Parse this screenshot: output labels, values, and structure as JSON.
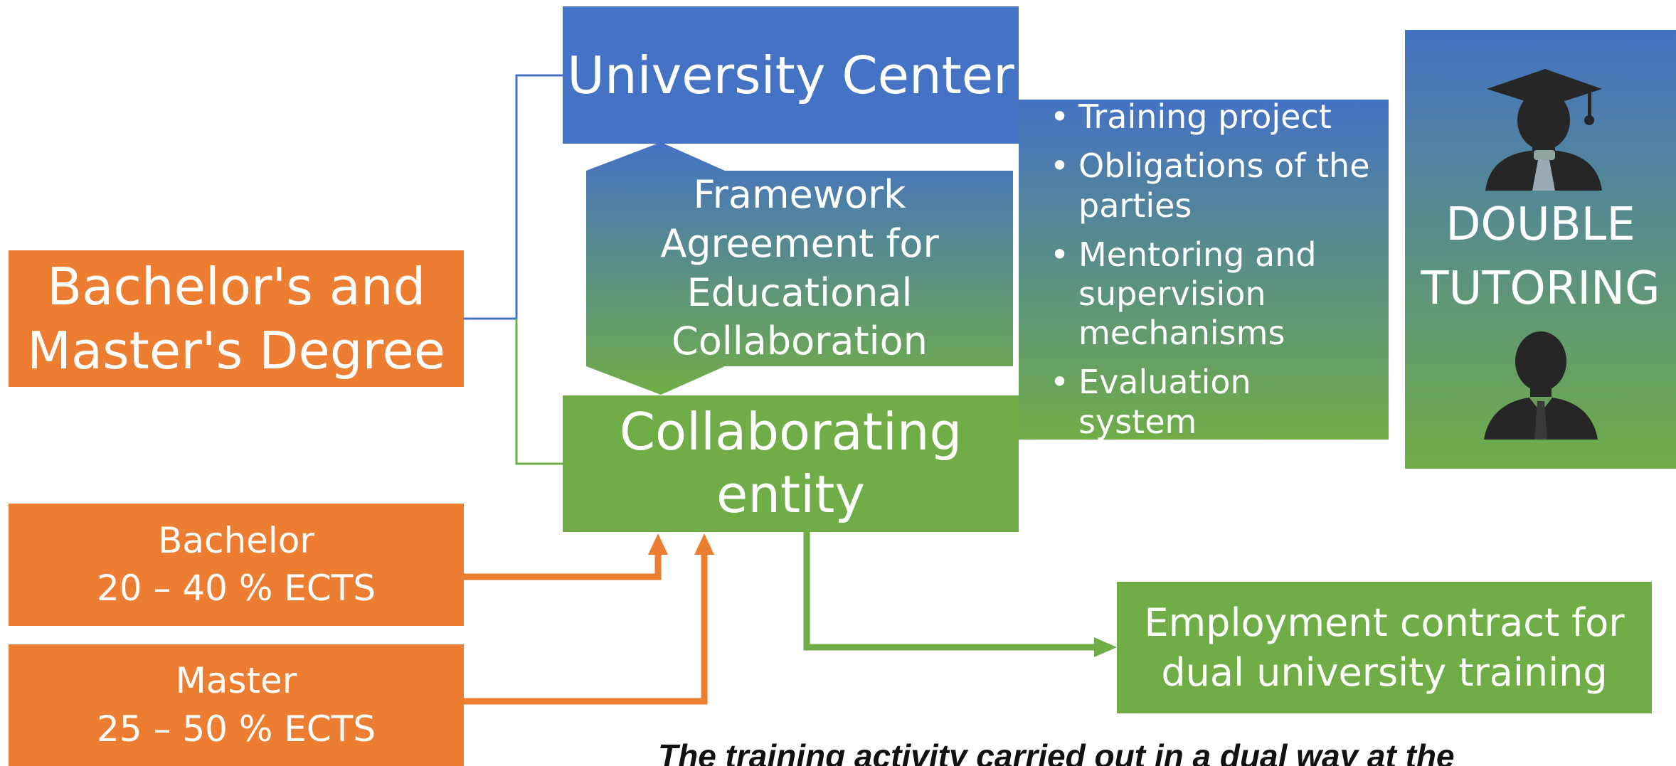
{
  "diagram": {
    "degree": {
      "line1": "Bachelor's and",
      "line2": "Master's Degree"
    },
    "bachelor": {
      "title": "Bachelor",
      "range": "20 – 40 % ECTS"
    },
    "master": {
      "title": "Master",
      "range": "25 – 50 % ECTS"
    },
    "university_center": "University Center",
    "framework": {
      "line1": "Framework",
      "line2": "Agreement for",
      "line3": "Educational",
      "line4": "Collaboration"
    },
    "collaborating_entity": {
      "line1": "Collaborating",
      "line2": "entity"
    },
    "features": {
      "bullet": "•",
      "items": [
        "Training project",
        "Obligations of the parties",
        "Mentoring and supervision mechanisms",
        "Evaluation system"
      ]
    },
    "double_tutoring": {
      "line1": "DOUBLE",
      "line2": "TUTORING"
    },
    "employment_contract": {
      "line1": "Employment contract for",
      "line2": "dual university training"
    },
    "caption": "The training activity carried out in a dual way at the"
  },
  "colors": {
    "orange": "#ED7D31",
    "blue": "#4472C4",
    "green": "#70AD47",
    "icon": "#262626"
  },
  "icons": [
    "graduate-icon",
    "tutor-icon",
    "arrow-up-icon",
    "arrow-right-icon"
  ]
}
